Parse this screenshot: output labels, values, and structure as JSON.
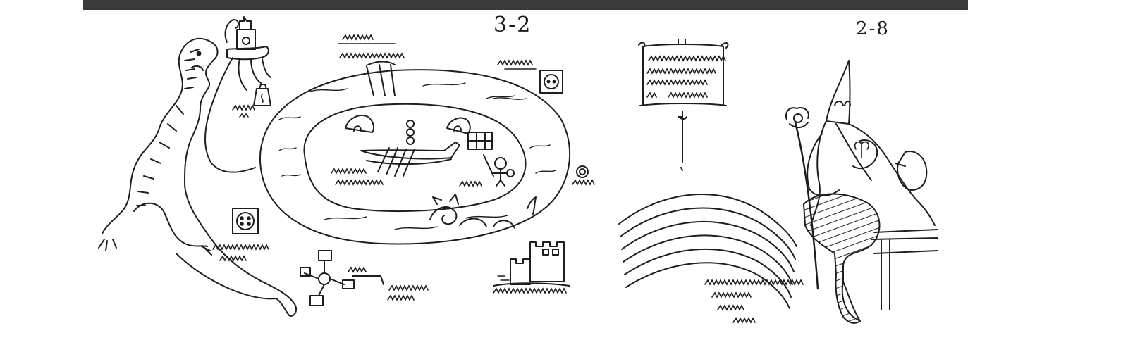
{
  "page_labels": {
    "left": "3-2",
    "right": "2-8"
  },
  "scribble_blocks": [
    "scribble-label-top",
    "scribble-label-top-right",
    "scribble-label-lantern",
    "scribble-label-island-left",
    "scribble-label-island-right",
    "scribble-label-ring",
    "scribble-label-outlet",
    "scribble-label-windmill",
    "scribble-label-fortress",
    "scribble-scroll-text",
    "scribble-label-hills"
  ],
  "colors": {
    "ink": "#1e1e1e",
    "paper": "#ffffff",
    "top_strip": "#3a3a3a"
  },
  "drawings": [
    "crocodile-creature",
    "tower-cliff",
    "lake-map",
    "island",
    "boat",
    "sea-serpent",
    "fortress",
    "windmill",
    "banner-scroll",
    "rolling-hills",
    "hooded-figure"
  ]
}
